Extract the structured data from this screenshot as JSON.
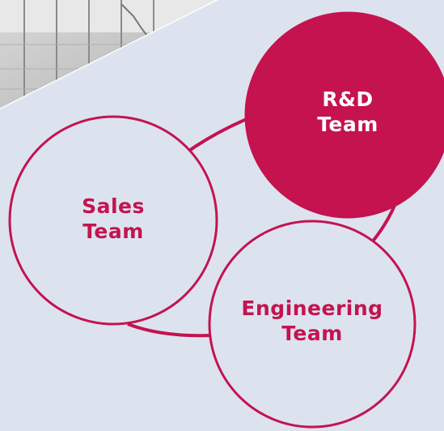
{
  "diagram": {
    "colors": {
      "accent": "#c4134f",
      "background": "#dce3ef",
      "circle_fill": "#dce3ef",
      "filled_text": "#ffffff"
    },
    "nodes": [
      {
        "id": "rnd",
        "line1": "R&D",
        "line2": "Team",
        "filled": true
      },
      {
        "id": "sales",
        "line1": "Sales",
        "line2": "Team",
        "filled": false
      },
      {
        "id": "engineering",
        "line1": "Engineering",
        "line2": "Team",
        "filled": false
      }
    ],
    "photo": {
      "subject": "building-interior-photo"
    }
  }
}
